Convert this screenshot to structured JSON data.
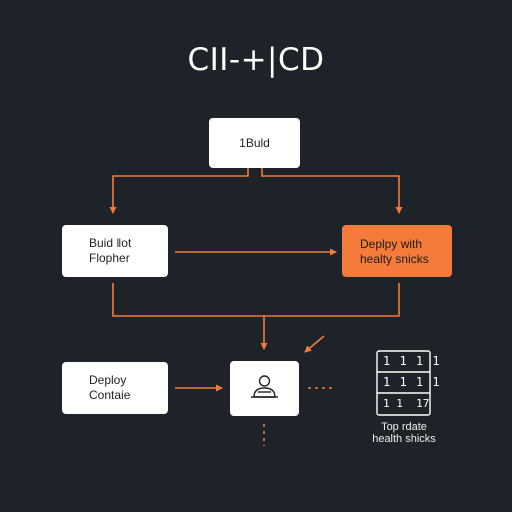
{
  "title": "CII-+|CD",
  "nodes": {
    "build": {
      "label": "1Buld"
    },
    "build_hopper": {
      "line1": "Buid ‖ot",
      "line2": "Flopher"
    },
    "deploy_healthy": {
      "line1": "Deplpy with",
      "line2": "healty snicks"
    },
    "deploy_contaie": {
      "line1": "Deploy",
      "line2": "Contaie"
    },
    "center": {
      "icon": "person-icon"
    }
  },
  "server": {
    "icon": "server-rack-icon",
    "row_labels": [
      "1 1 1 1",
      "1 1 1 1",
      "1 1  17"
    ],
    "caption_line1": "Top rdate",
    "caption_line2": "health shicks"
  },
  "colors": {
    "background": "#1e2229",
    "accent": "#f47b3a",
    "node_fill": "#ffffff",
    "text_light": "#ffffff"
  }
}
